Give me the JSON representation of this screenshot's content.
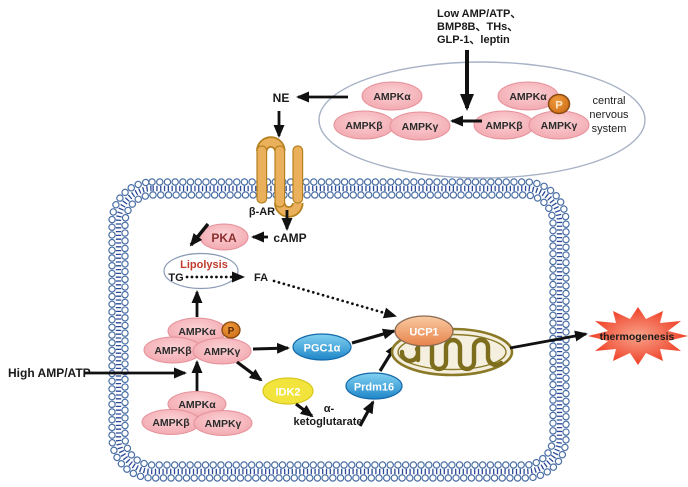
{
  "colors": {
    "ampk_pink": "#f2a6ad",
    "phospho_orange": "#df7a1e",
    "receptor_orange": "#eab05c",
    "membrane_blue": "#4a6fa5",
    "membrane_tail_blue": "#2a4a96",
    "node_blue": "#2e9fd6",
    "node_yellow": "#f2e43c",
    "ucp1_orange": "#efa172",
    "mitochondria_olive": "#80701f",
    "star_red": "#ee2d12",
    "lipolysis_red": "#c23b2e"
  },
  "cns": {
    "input_lines": [
      "Low AMP/ATP、",
      "BMP8B、THs、",
      "GLP-1、leptin"
    ],
    "region_lines": [
      "central",
      "nervous",
      "system"
    ],
    "complex_inactive": {
      "alpha": "AMPKα",
      "beta": "AMPKβ",
      "gamma": "AMPKγ"
    },
    "complex_active": {
      "alpha": "AMPKα",
      "beta": "AMPKβ",
      "gamma": "AMPKγ",
      "phospho": "P"
    }
  },
  "signaling": {
    "ne": "NE",
    "receptor": "β-AR",
    "camp": "cAMP",
    "pka": "PKA",
    "lipolysis": "Lipolysis",
    "tg": "TG",
    "fa": "FA"
  },
  "cell": {
    "input": "High AMP/ATP",
    "ampk_active": {
      "alpha": "AMPKα",
      "beta": "AMPKβ",
      "gamma": "AMPKγ",
      "phospho": "P"
    },
    "ampk_inactive": {
      "alpha": "AMPKα",
      "beta": "AMPKβ",
      "gamma": "AMPKγ"
    },
    "pgc1a": "PGC1α",
    "idk2": "IDK2",
    "alpha_ketoglutarate_lines": [
      "α-",
      "ketoglutarate"
    ],
    "prdm16": "Prdm16",
    "ucp1": "UCP1"
  },
  "output": {
    "thermogenesis": "thermogenesis"
  }
}
